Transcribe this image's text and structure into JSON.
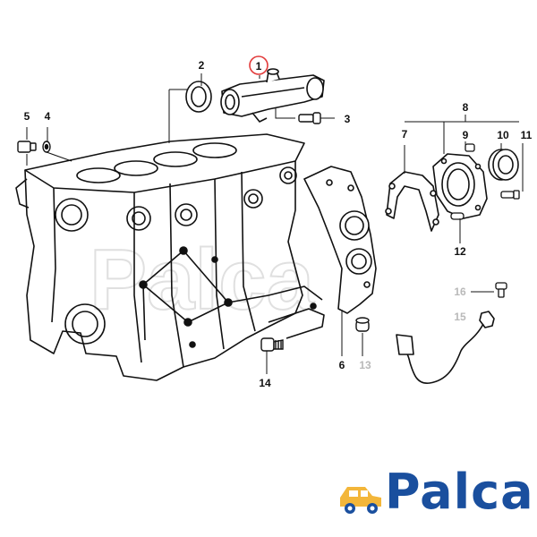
{
  "diagram": {
    "highlighted_part": "1",
    "callouts": [
      {
        "id": "callout-1",
        "label": "1",
        "highlighted": true,
        "faded": false
      },
      {
        "id": "callout-2",
        "label": "2",
        "highlighted": false,
        "faded": false
      },
      {
        "id": "callout-3",
        "label": "3",
        "highlighted": false,
        "faded": false
      },
      {
        "id": "callout-4",
        "label": "4",
        "highlighted": false,
        "faded": false
      },
      {
        "id": "callout-5",
        "label": "5",
        "highlighted": false,
        "faded": false
      },
      {
        "id": "callout-6",
        "label": "6",
        "highlighted": false,
        "faded": false
      },
      {
        "id": "callout-7",
        "label": "7",
        "highlighted": false,
        "faded": false
      },
      {
        "id": "callout-8",
        "label": "8",
        "highlighted": false,
        "faded": false
      },
      {
        "id": "callout-9",
        "label": "9",
        "highlighted": false,
        "faded": false
      },
      {
        "id": "callout-10",
        "label": "10",
        "highlighted": false,
        "faded": false
      },
      {
        "id": "callout-11",
        "label": "11",
        "highlighted": false,
        "faded": false
      },
      {
        "id": "callout-12",
        "label": "12",
        "highlighted": false,
        "faded": false
      },
      {
        "id": "callout-13",
        "label": "13",
        "highlighted": false,
        "faded": true
      },
      {
        "id": "callout-14",
        "label": "14",
        "highlighted": false,
        "faded": false
      },
      {
        "id": "callout-15",
        "label": "15",
        "highlighted": false,
        "faded": true
      },
      {
        "id": "callout-16",
        "label": "16",
        "highlighted": false,
        "faded": true
      }
    ],
    "highlight_color": "#e23a3a",
    "line_color": "#111111"
  },
  "watermark": {
    "text": "Palca"
  },
  "logo": {
    "text": "Palca",
    "text_color": "#1a4f9e",
    "icon_color": "#f3b63a",
    "icon": "car-icon"
  }
}
